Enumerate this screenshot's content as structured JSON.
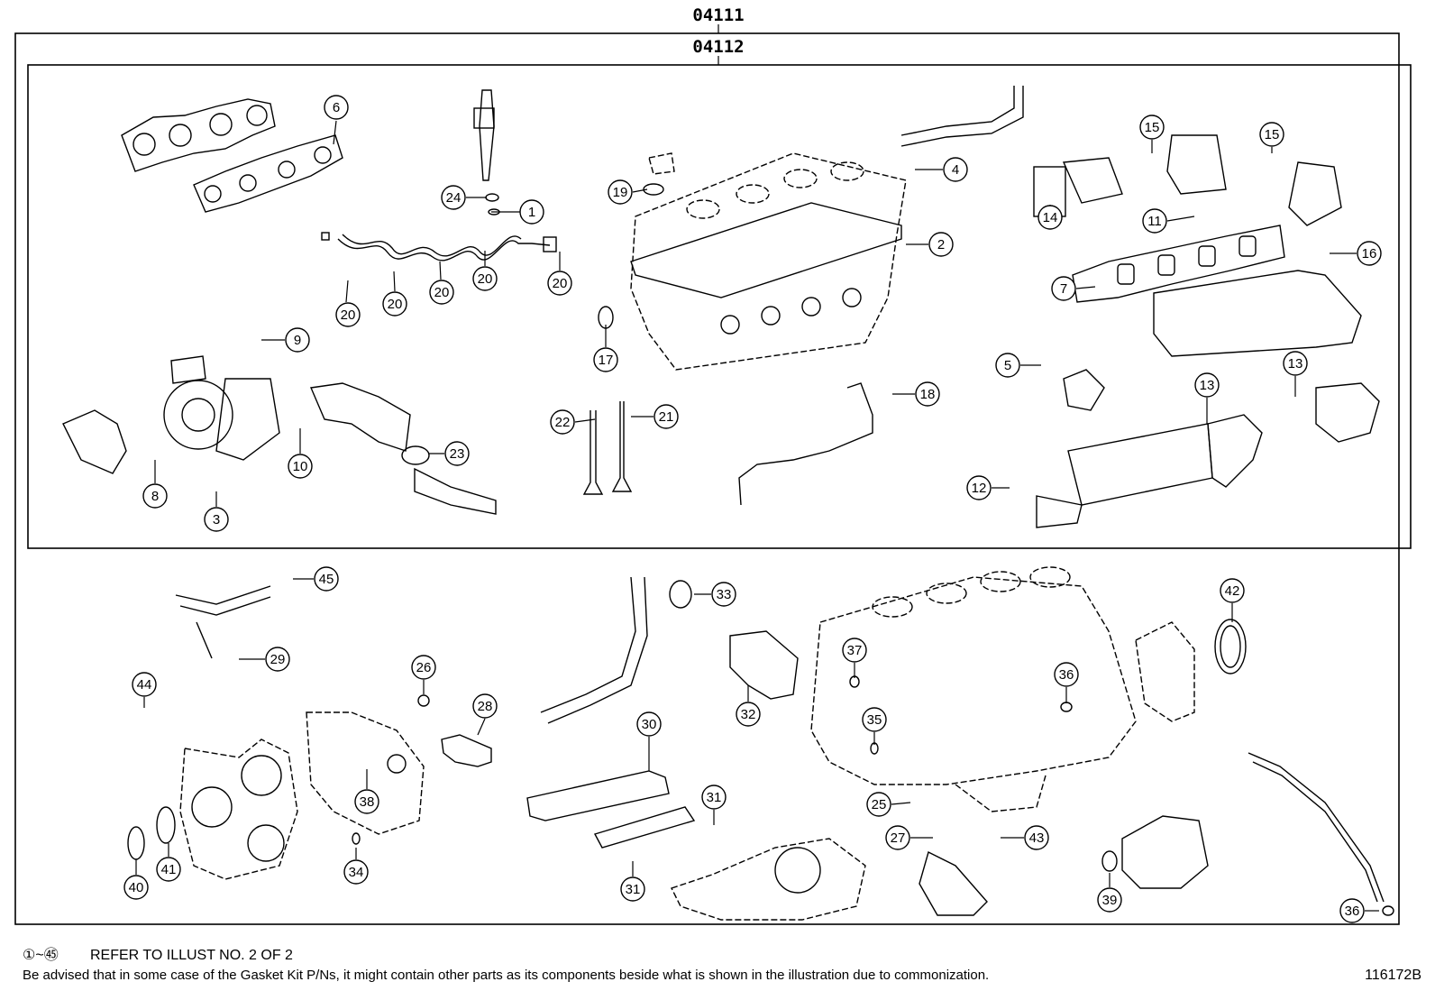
{
  "diagram": {
    "assembly_code_outer": "04111",
    "assembly_code_inner": "04112",
    "footnote_range": "①~㊺",
    "footnote_text": "REFER TO ILLUST NO. 2 OF 2",
    "notice": "Be advised that in some case of the Gasket Kit P/Ns,  it might contain other parts as its components beside what is shown in the illustration due to commonization.",
    "illustration_id": "116172B",
    "callouts": [
      {
        "id": "c6",
        "label": "6"
      },
      {
        "id": "c24",
        "label": "24"
      },
      {
        "id": "c1",
        "label": "1"
      },
      {
        "id": "c19",
        "label": "19"
      },
      {
        "id": "c2",
        "label": "2"
      },
      {
        "id": "c4",
        "label": "4"
      },
      {
        "id": "c15a",
        "label": "15"
      },
      {
        "id": "c15b",
        "label": "15"
      },
      {
        "id": "c14",
        "label": "14"
      },
      {
        "id": "c11",
        "label": "11"
      },
      {
        "id": "c16",
        "label": "16"
      },
      {
        "id": "c7",
        "label": "7"
      },
      {
        "id": "c20a",
        "label": "20"
      },
      {
        "id": "c20b",
        "label": "20"
      },
      {
        "id": "c20c",
        "label": "20"
      },
      {
        "id": "c20d",
        "label": "20"
      },
      {
        "id": "c20e",
        "label": "20"
      },
      {
        "id": "c9",
        "label": "9"
      },
      {
        "id": "c17",
        "label": "17"
      },
      {
        "id": "c5",
        "label": "5"
      },
      {
        "id": "c13a",
        "label": "13"
      },
      {
        "id": "c13b",
        "label": "13"
      },
      {
        "id": "c18",
        "label": "18"
      },
      {
        "id": "c22",
        "label": "22"
      },
      {
        "id": "c21",
        "label": "21"
      },
      {
        "id": "c10",
        "label": "10"
      },
      {
        "id": "c23",
        "label": "23"
      },
      {
        "id": "c8",
        "label": "8"
      },
      {
        "id": "c3",
        "label": "3"
      },
      {
        "id": "c12",
        "label": "12"
      },
      {
        "id": "c45",
        "label": "45"
      },
      {
        "id": "c33",
        "label": "33"
      },
      {
        "id": "c42",
        "label": "42"
      },
      {
        "id": "c29",
        "label": "29"
      },
      {
        "id": "c37",
        "label": "37"
      },
      {
        "id": "c44",
        "label": "44"
      },
      {
        "id": "c26",
        "label": "26"
      },
      {
        "id": "c32",
        "label": "32"
      },
      {
        "id": "c36a",
        "label": "36"
      },
      {
        "id": "c28",
        "label": "28"
      },
      {
        "id": "c30",
        "label": "30"
      },
      {
        "id": "c35",
        "label": "35"
      },
      {
        "id": "c38",
        "label": "38"
      },
      {
        "id": "c25",
        "label": "25"
      },
      {
        "id": "c31a",
        "label": "31"
      },
      {
        "id": "c27",
        "label": "27"
      },
      {
        "id": "c43",
        "label": "43"
      },
      {
        "id": "c34",
        "label": "34"
      },
      {
        "id": "c41",
        "label": "41"
      },
      {
        "id": "c40",
        "label": "40"
      },
      {
        "id": "c31b",
        "label": "31"
      },
      {
        "id": "c39",
        "label": "39"
      },
      {
        "id": "c36b",
        "label": "36"
      }
    ]
  }
}
